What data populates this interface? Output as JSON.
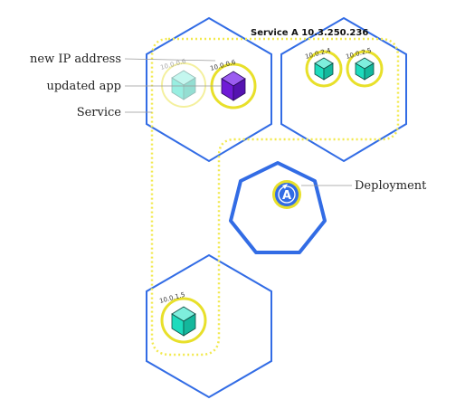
{
  "service": {
    "title": "Service A 10.3.250.236"
  },
  "labels": {
    "new_ip": "new IP address",
    "updated_app": "updated app",
    "service": "Service",
    "deployment": "Deployment"
  },
  "pods": {
    "old_ip": "10.0.0.6",
    "new_ip": "10.0.0.6",
    "node2_a": "10.0.2.4",
    "node2_b": "10.0.2.5",
    "node3": "10.0.1.5"
  },
  "deployment": {
    "icon_letter": "A"
  },
  "colors": {
    "node_outline": "#326ce5",
    "service_dotted": "#f2e94e",
    "pod_ring": "#e8e02a",
    "teal_cube": "#1ddbbd",
    "purple_cube": "#6f1ad6",
    "deployment_blue": "#326ce5"
  }
}
